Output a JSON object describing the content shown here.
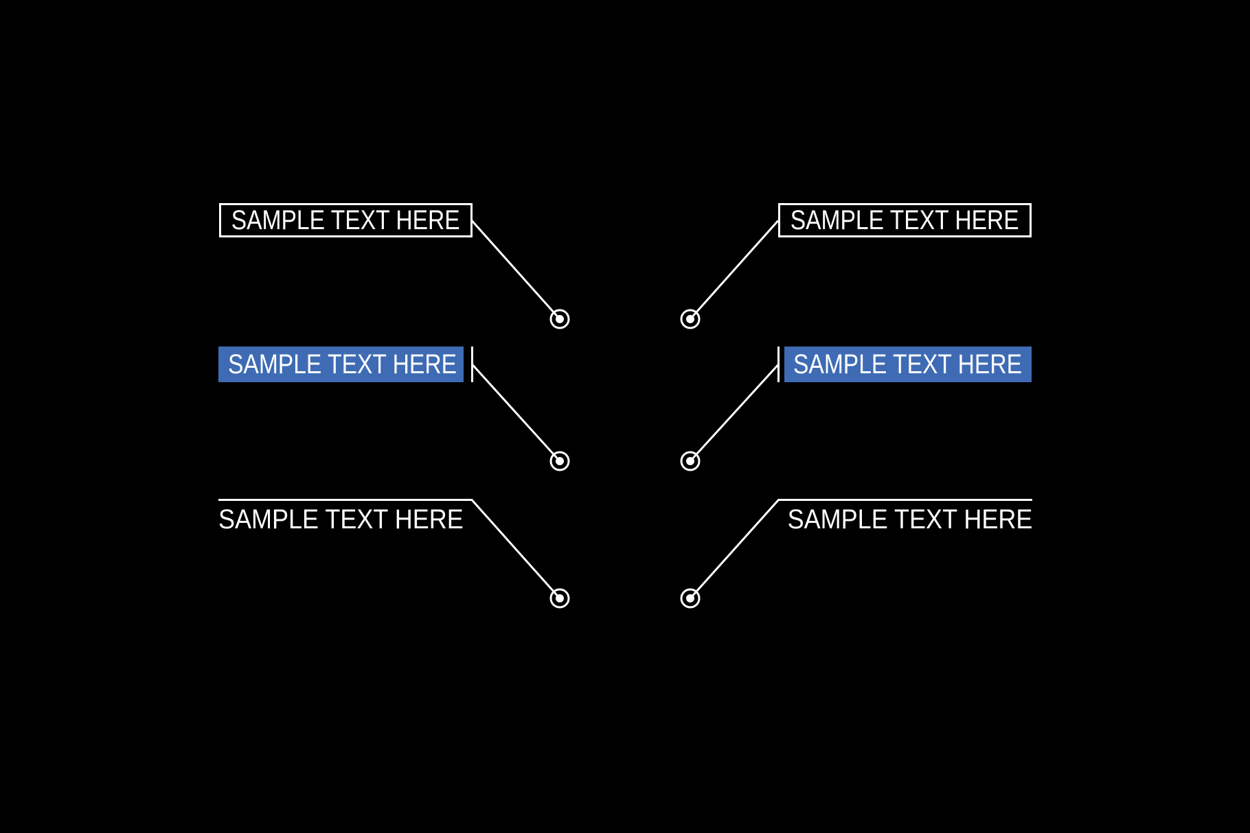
{
  "colors": {
    "background": "#000000",
    "line": "#ffffff",
    "text": "#ffffff",
    "accent_blue": "#3e6bb4"
  },
  "callouts": [
    {
      "id": "top-left",
      "variant": "outlined-box",
      "label": "SAMPLE TEXT HERE",
      "pointer_direction": "down-right"
    },
    {
      "id": "top-right",
      "variant": "outlined-box",
      "label": "SAMPLE TEXT HERE",
      "pointer_direction": "down-left"
    },
    {
      "id": "middle-left",
      "variant": "solid-blue-box",
      "label": "SAMPLE TEXT HERE",
      "pointer_direction": "down-right"
    },
    {
      "id": "middle-right",
      "variant": "solid-blue-box",
      "label": "SAMPLE TEXT HERE",
      "pointer_direction": "down-left"
    },
    {
      "id": "bottom-left",
      "variant": "rule-above-text",
      "label": "SAMPLE TEXT HERE",
      "pointer_direction": "down-right"
    },
    {
      "id": "bottom-right",
      "variant": "rule-above-text",
      "label": "SAMPLE TEXT HERE",
      "pointer_direction": "down-left"
    }
  ]
}
